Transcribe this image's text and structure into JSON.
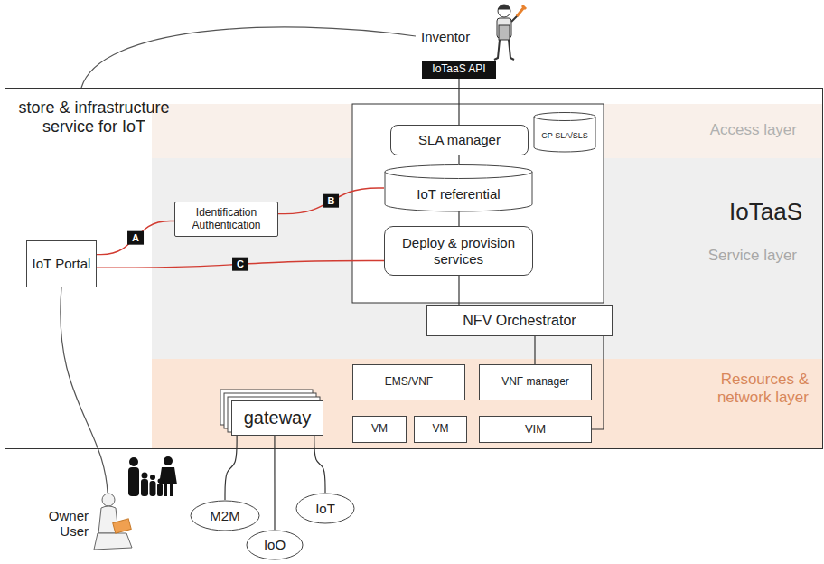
{
  "diagram": {
    "nodes": [
      {
        "text": [
          "store & infrastructure service for IoT",
          "IoTaaS"
        ]
      },
      {
        "text": [
          "Access layer"
        ],
        "in": 0
      },
      {
        "text": [
          "Service layer"
        ],
        "in": 0
      },
      {
        "text": [
          "Resources & network layer"
        ],
        "in": 0
      },
      {
        "text": [
          "IoTaaS API"
        ]
      },
      {
        "text": [
          "SLA manager"
        ],
        "in": 0
      },
      {
        "text": [
          "CP SLA/SLS"
        ],
        "in": 0
      },
      {
        "text": [
          "IoT referential"
        ],
        "in": 0
      },
      {
        "text": [
          "Deploy & provision services"
        ],
        "in": 0
      },
      {
        "text": [
          "Identification Authentication"
        ],
        "in": 2
      },
      {
        "text": [
          "IoT Portal"
        ],
        "in": 0
      },
      {
        "text": [
          "NFV Orchestrator"
        ],
        "in": 2
      },
      {
        "text": [
          "EMS/VNF"
        ],
        "in": 3
      },
      {
        "text": [
          "VNF manager"
        ],
        "in": 3
      },
      {
        "text": [
          "VM"
        ],
        "in": 3
      },
      {
        "text": [
          "VM"
        ],
        "in": 3
      },
      {
        "text": [
          "VIM"
        ],
        "in": 3
      },
      {
        "text": [
          "gateway"
        ],
        "in": 3
      },
      {
        "text": [
          "M2M"
        ]
      },
      {
        "text": [
          "IoO"
        ]
      },
      {
        "text": [
          "IoT"
        ]
      }
    ],
    "edges": [
      {
        "from": 4,
        "to": 5,
        "arrow": "none"
      },
      {
        "from": 5,
        "to": 7,
        "arrow": "none"
      },
      {
        "from": 7,
        "to": 8,
        "arrow": "none"
      },
      {
        "from": 10,
        "to": 9,
        "label": "A",
        "arrow": "none"
      },
      {
        "from": 9,
        "to": 7,
        "label": "B",
        "arrow": "none"
      },
      {
        "from": 10,
        "to": 8,
        "label": "C",
        "arrow": "none"
      },
      {
        "from": 8,
        "to": 11,
        "arrow": "none"
      },
      {
        "from": 11,
        "to": 13,
        "arrow": "none"
      },
      {
        "from": 11,
        "to": 16,
        "arrow": "none"
      },
      {
        "from": 17,
        "to": 18,
        "arrow": "none"
      },
      {
        "from": 17,
        "to": 19,
        "arrow": "none"
      },
      {
        "from": 17,
        "to": 20,
        "arrow": "none"
      }
    ],
    "labels": [
      "Inventor",
      "Owner User"
    ]
  }
}
